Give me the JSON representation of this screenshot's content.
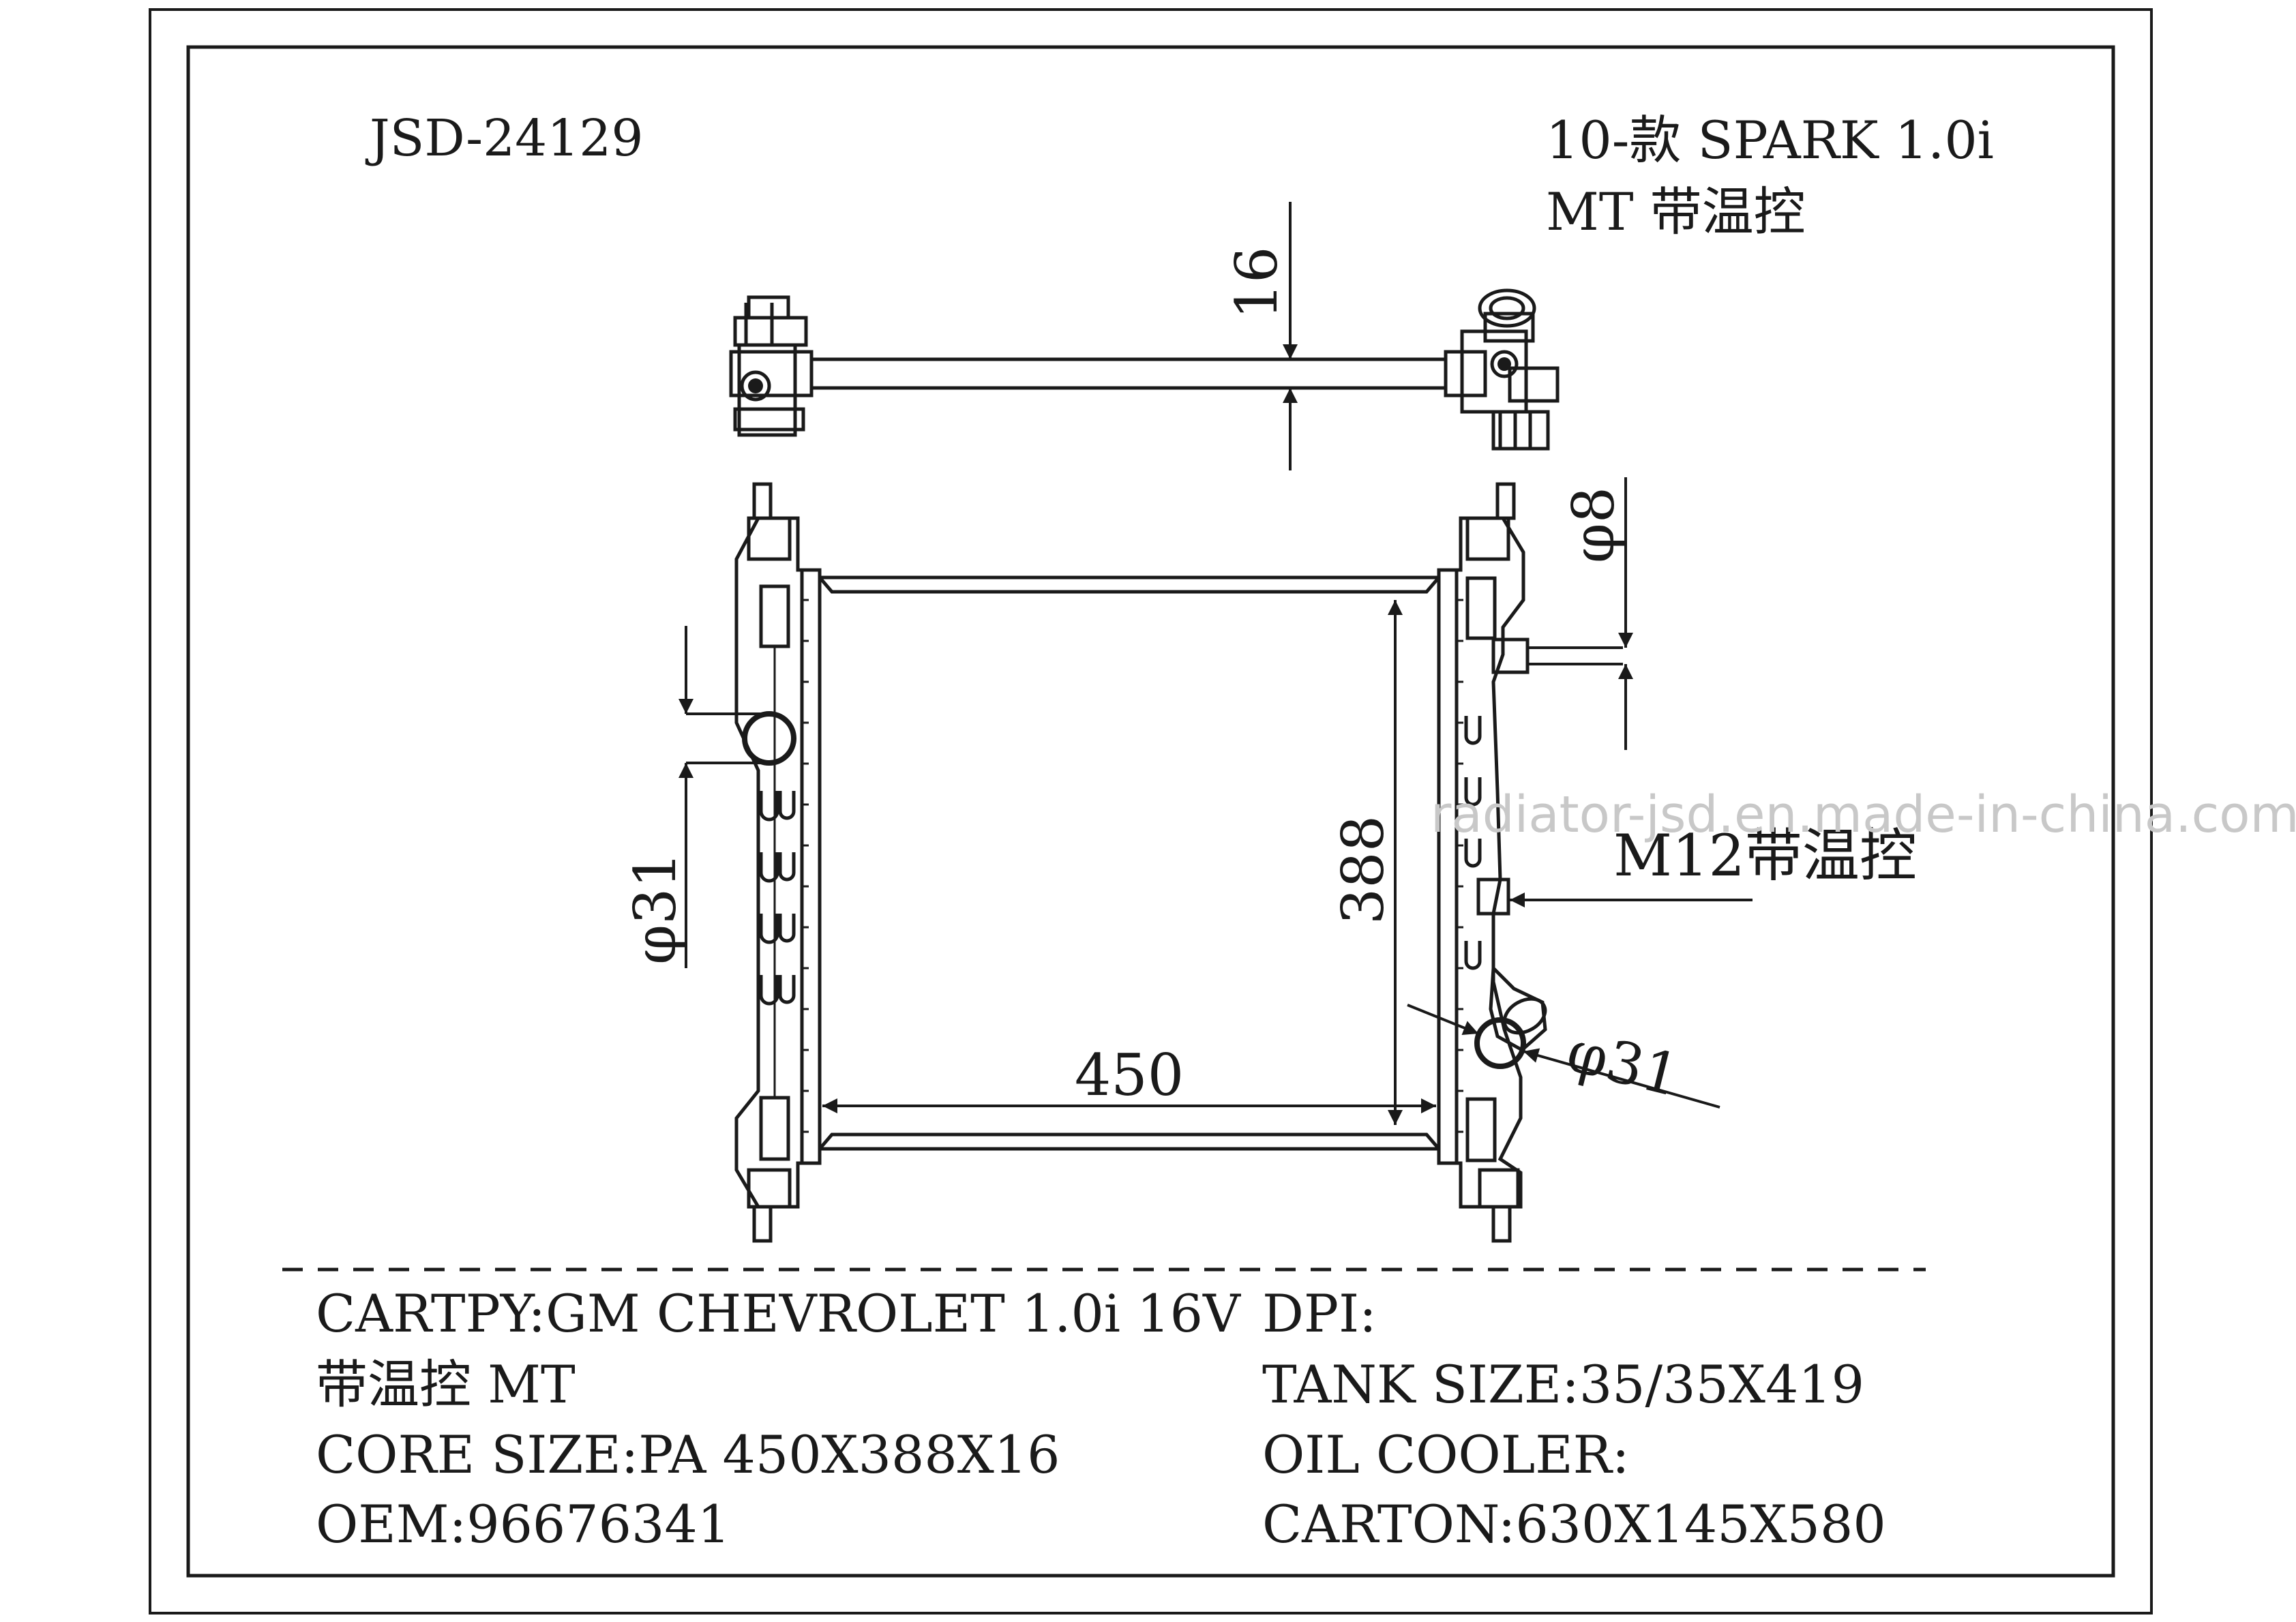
{
  "header": {
    "part_number": "JSD-24129",
    "model_line1": "10-款 SPARK 1.0i",
    "model_line2": "MT 带温控"
  },
  "dimensions": {
    "thickness": "16",
    "inlet_diameter": "φ31",
    "outlet_diameter": "φ31",
    "height": "388",
    "width": "450",
    "fitting_diameter": "φ8",
    "thermo_switch": "M12带温控"
  },
  "watermark": "radiator-jsd.en.made-in-china.com",
  "specs": {
    "cartpy": "CARTPY:GM CHEVROLET 1.0i 16V",
    "note": "带温控 MT",
    "core_size": "CORE SIZE:PA 450X388X16",
    "oem": "OEM:96676341",
    "dpi": "DPI:",
    "tank_size": "TANK SIZE:35/35X419",
    "oil_cooler": "OIL COOLER:",
    "carton": "CARTON:630X145X580"
  }
}
